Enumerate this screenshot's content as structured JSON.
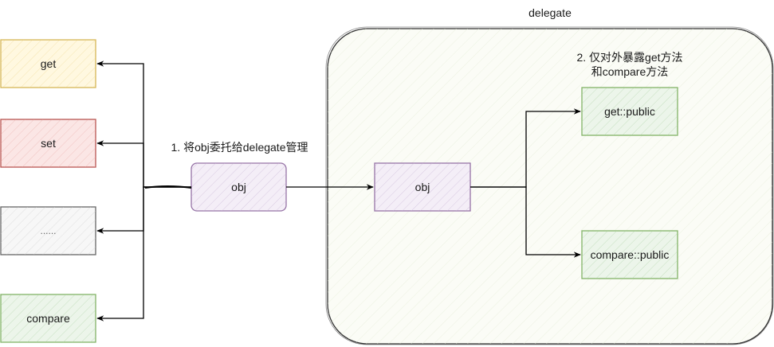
{
  "diagram": {
    "container": {
      "label": "delegate",
      "fill": "#f9fbf3",
      "stroke": "#333333"
    },
    "left_nodes": [
      {
        "id": "get",
        "label": "get",
        "fill": "#fff2cc",
        "stroke": "#d6b656"
      },
      {
        "id": "set",
        "label": "set",
        "fill": "#f8cecc",
        "stroke": "#b85450"
      },
      {
        "id": "more",
        "label": "......",
        "fill": "#f5f5f5",
        "stroke": "#666666"
      },
      {
        "id": "compare",
        "label": "compare",
        "fill": "#d5e8d4",
        "stroke": "#82b366"
      }
    ],
    "obj_outer": {
      "label": "obj",
      "fill": "#e1d5e7",
      "stroke": "#9673a6"
    },
    "obj_inner": {
      "label": "obj",
      "fill": "#e1d5e7",
      "stroke": "#9673a6"
    },
    "public_nodes": [
      {
        "id": "get-public",
        "label": "get::public",
        "fill": "#d5e8d4",
        "stroke": "#82b366"
      },
      {
        "id": "compare-public",
        "label": "compare::public",
        "fill": "#d5e8d4",
        "stroke": "#82b366"
      }
    ],
    "annotations": {
      "step1": "1. 将obj委托给delegate管理",
      "step2_line1": "2. 仅对外暴露get方法",
      "step2_line2": "和compare方法"
    },
    "edge_color": "#000000"
  }
}
